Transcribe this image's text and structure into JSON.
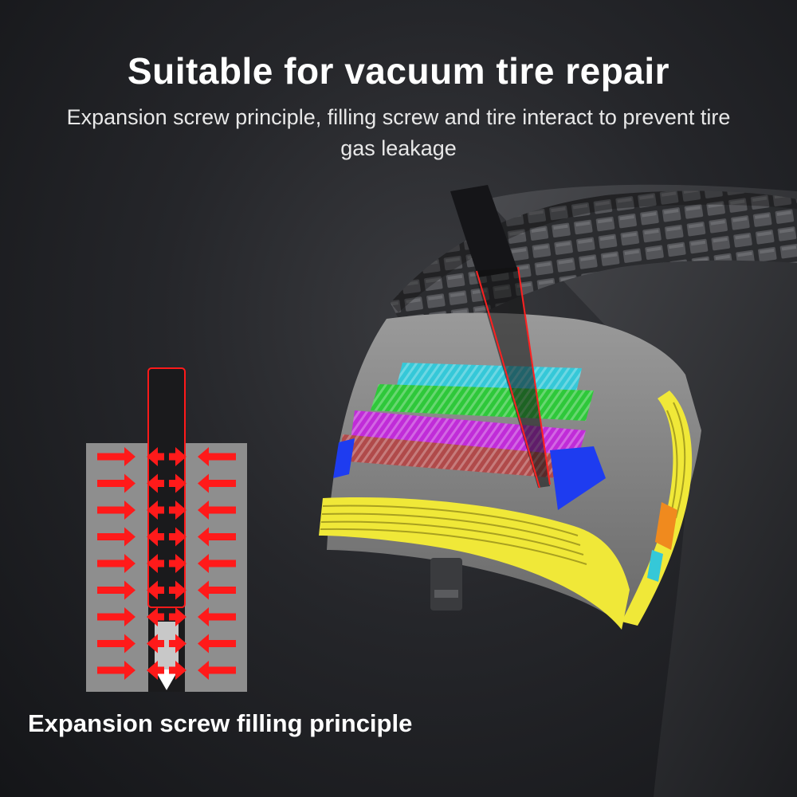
{
  "header": {
    "title": "Suitable for vacuum tire repair",
    "subtitle": "Expansion screw principle, filling screw and tire interact to prevent tire gas leakage"
  },
  "diagram": {
    "caption": "Expansion screw filling principle"
  },
  "colors": {
    "background": "#25262a",
    "arrow": "#ff1a1a",
    "layer_cyan": "#35c8d8",
    "layer_green": "#2ec83a",
    "layer_magenta": "#c02cd8",
    "layer_brown": "#b04a4a",
    "layer_blue": "#1e3cf0",
    "layer_yellow": "#f0e838",
    "layer_orange": "#f08a1e"
  },
  "icons": [
    "expansion-screw-icon",
    "tire-cross-section-icon",
    "pressure-arrow-icon"
  ]
}
